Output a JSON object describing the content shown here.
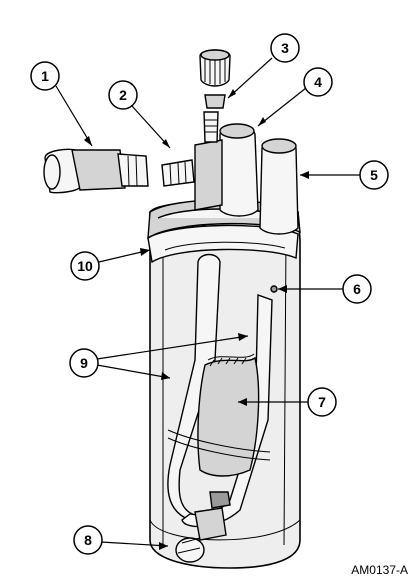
{
  "callouts": [
    {
      "id": "1",
      "label": "1"
    },
    {
      "id": "2",
      "label": "2"
    },
    {
      "id": "3",
      "label": "3"
    },
    {
      "id": "4",
      "label": "4"
    },
    {
      "id": "5",
      "label": "5"
    },
    {
      "id": "6",
      "label": "6"
    },
    {
      "id": "7",
      "label": "7"
    },
    {
      "id": "8",
      "label": "8"
    },
    {
      "id": "9",
      "label": "9"
    },
    {
      "id": "10",
      "label": "10"
    }
  ],
  "figure_code": "AM0137-A"
}
